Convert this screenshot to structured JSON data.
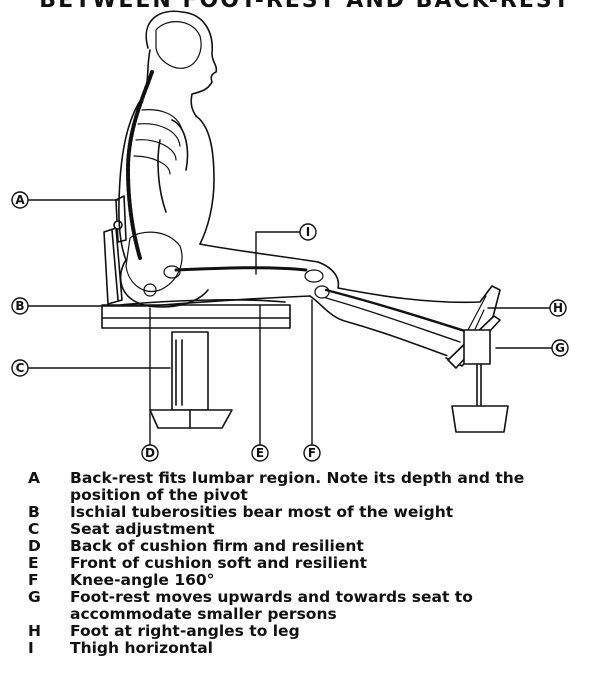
{
  "title": "BETWEEN FOOT-REST AND BACK-REST",
  "callouts": [
    {
      "letter": "A"
    },
    {
      "letter": "B"
    },
    {
      "letter": "C"
    },
    {
      "letter": "D"
    },
    {
      "letter": "E"
    },
    {
      "letter": "F"
    },
    {
      "letter": "G"
    },
    {
      "letter": "H"
    },
    {
      "letter": "I"
    }
  ],
  "legend": [
    {
      "letter": "A",
      "text": "Back-rest fits lumbar region.  Note its depth and the position of the pivot"
    },
    {
      "letter": "B",
      "text": "Ischial tuberosities bear most of the weight"
    },
    {
      "letter": "C",
      "text": "Seat adjustment"
    },
    {
      "letter": "D",
      "text": "Back of cushion firm and resilient"
    },
    {
      "letter": "E",
      "text": "Front of cushion soft and resilient"
    },
    {
      "letter": "F",
      "text": "Knee-angle 160°"
    },
    {
      "letter": "G",
      "text": "Foot-rest moves upwards and towards seat to accommodate smaller persons"
    },
    {
      "letter": "H",
      "text": "Foot at right-angles to leg"
    },
    {
      "letter": "I",
      "text": "Thigh horizontal"
    }
  ]
}
